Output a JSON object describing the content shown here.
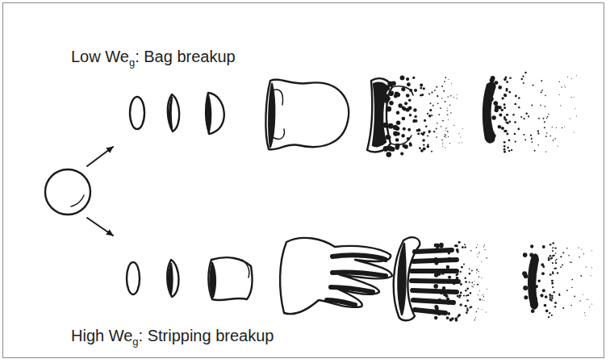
{
  "diagram": {
    "labels": [
      "Low We",
      "g",
      ": Bag breakup",
      "High We",
      "g",
      ": Stripping breakup"
    ]
  }
}
